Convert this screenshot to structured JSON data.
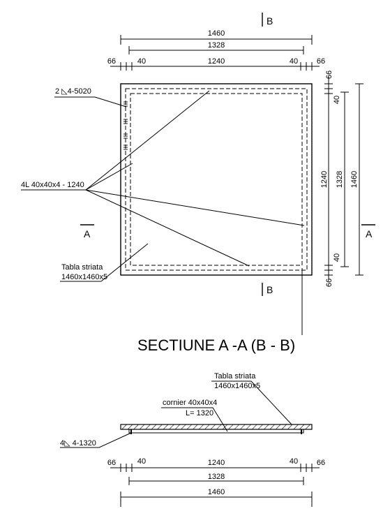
{
  "plan": {
    "section_b_mark": "B",
    "section_a_mark": "A",
    "top_dims": {
      "overall": "1460",
      "inner": "1328",
      "left_edge": "66",
      "left_angle": "40",
      "middle": "1240",
      "right_angle": "40",
      "right_edge": "66"
    },
    "right_dims": {
      "top_edge": "66",
      "top_angle": "40",
      "middle": "1240",
      "inner": "1328",
      "overall": "1460",
      "bottom_angle": "40",
      "bottom_edge": "66"
    },
    "callouts": {
      "weld": "2 ◺4-5020",
      "angles": "4L 40x40x4 - 1240",
      "plate_line1": "Tabla striata",
      "plate_line2": "1460x1460x5"
    }
  },
  "section": {
    "title": "SECTIUNE A -A  (B - B)",
    "plate_line1": "Tabla striata",
    "plate_line2": "1460x1460x5",
    "angle_line1": "cornier 40x40x4",
    "angle_line2": "L= 1320",
    "weld": "4◺ 4-1320",
    "dims": {
      "left_edge": "66",
      "left_angle": "40",
      "middle": "1240",
      "right_angle": "40",
      "right_edge": "66",
      "inner": "1328",
      "overall": "1460"
    }
  },
  "colors": {
    "line": "#000000",
    "background": "#ffffff"
  }
}
